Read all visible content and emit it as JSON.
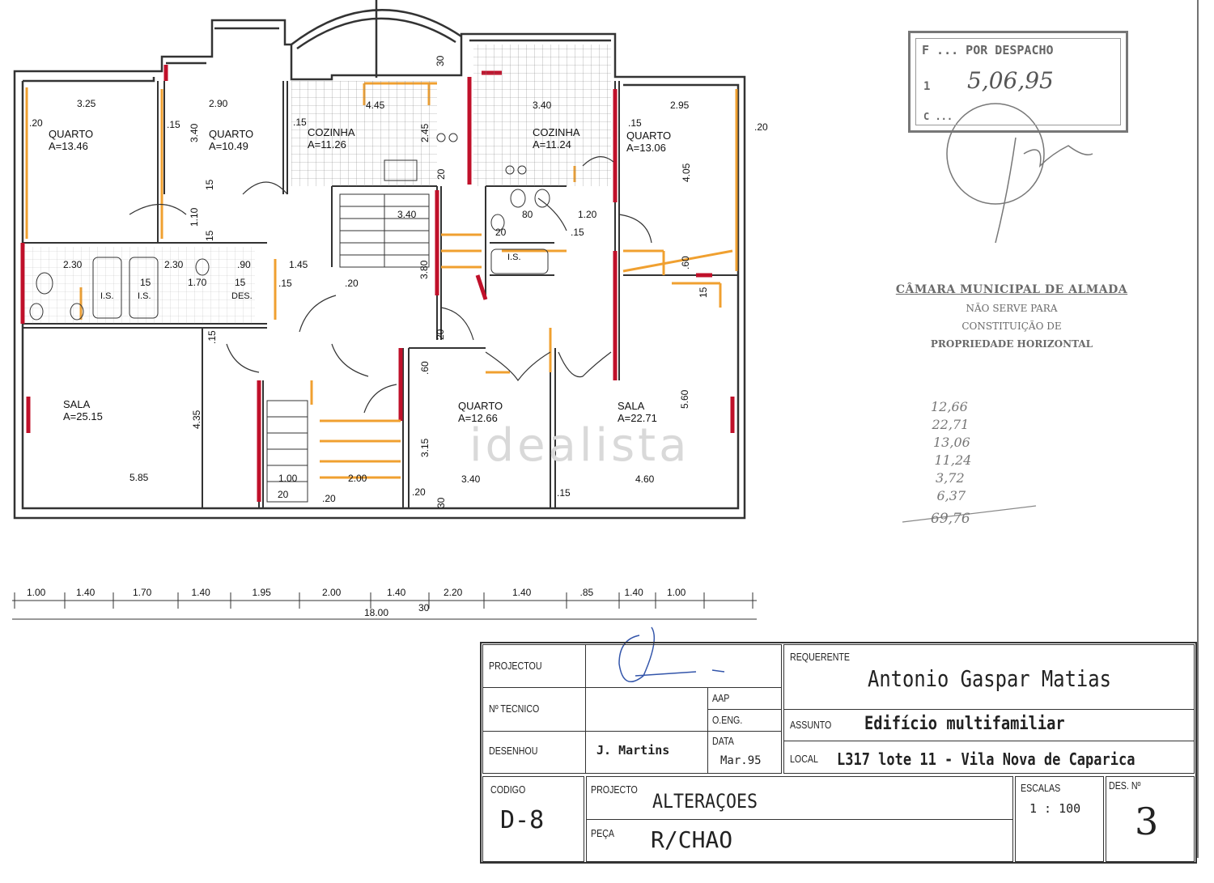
{
  "rooms": {
    "quarto_1": {
      "name": "QUARTO",
      "area": "A=13.46"
    },
    "quarto_2": {
      "name": "QUARTO",
      "area": "A=10.49"
    },
    "cozinha_1": {
      "name": "COZINHA",
      "area": "A=11.26"
    },
    "cozinha_2": {
      "name": "COZINHA",
      "area": "A=11.24"
    },
    "quarto_3": {
      "name": "QUARTO",
      "area": "A=13.06"
    },
    "sala_1": {
      "name": "SALA",
      "area": "A=25.15"
    },
    "quarto_4": {
      "name": "QUARTO",
      "area": "A=12.66"
    },
    "sala_2": {
      "name": "SALA",
      "area": "A=22.71"
    },
    "is_1": "I.S.",
    "is_2": "I.S.",
    "is_3": "I.S.",
    "des": "DES."
  },
  "plan_dims": {
    "d325": "3.25",
    "d290": "2.90",
    "d445": "4.45",
    "d340a": "3.40",
    "d295": "2.95",
    "d20a": ".20",
    "d15a": ".15",
    "d15b": ".15",
    "d15c": ".15",
    "d20b": ".20",
    "d340v": "3.40",
    "d245v": "2.45",
    "d20v": "20",
    "d405v": "4.05",
    "d30v": "30",
    "d15v": "15",
    "d110v": "1.10",
    "d15v2": "15",
    "d340c": "3.40",
    "d80": "80",
    "d120": "1.20",
    "d15d": ".15",
    "d20c": "20",
    "d230a": "2.30",
    "d230b": "2.30",
    "d90": ".90",
    "d145": "1.45",
    "d15e": ".15",
    "d15f": "15",
    "d170": "1.70",
    "d15g": "15",
    "d20d": ".20",
    "d380v": "3.80",
    "d60v": ".60",
    "d15h": "15",
    "d15v3": ".15",
    "d20v2": "20",
    "d435v": "4.35",
    "d560v": "5.60",
    "d60b": ".60",
    "d315v": "3.15",
    "d585": "5.85",
    "d100": "1.00",
    "d20e": "20",
    "d20f": ".20",
    "d200": "2.00",
    "d20g": ".20",
    "d30b": "30",
    "d340d": "3.40",
    "d15i": ".15",
    "d460": "4.60"
  },
  "dim_line": {
    "segments": [
      "1.00",
      "1.40",
      "1.70",
      "1.40",
      "1.95",
      "2.00",
      "1.40",
      "2.20",
      "1.40",
      ".85",
      "1.40",
      "1.00"
    ],
    "total": "18.00",
    "sub": "30"
  },
  "watermark": "idealista",
  "stamp_despacho": {
    "line1": "F  ... POR DESPACHO",
    "prefix": "1  ",
    "date": "5,06,95",
    "line3": "C ..."
  },
  "stamp_camara": {
    "line1": "CÂMARA MUNICIPAL DE ALMADA",
    "line2": "NÃO SERVE PARA",
    "line3": "CONSTITUIÇÃO DE",
    "line4": "PROPRIEDADE HORIZONTAL"
  },
  "handwritten_sum": {
    "lines": [
      "12,66",
      "22,71",
      "13,06",
      "11,24",
      "3,72",
      "6,37"
    ],
    "total": "69,76"
  },
  "title_block": {
    "projectou_label": "PROJECTOU",
    "tecnico_label": "Nº TECNICO",
    "aap_label": "AAP",
    "oeng_label": "O.ENG.",
    "desenhou_label": "DESENHOU",
    "desenhou_value": "J. Martins",
    "data_label": "DATA",
    "data_value": "Mar.95",
    "requerente_label": "REQUERENTE",
    "requerente_value": "Antonio Gaspar Matias",
    "assunto_label": "ASSUNTO",
    "assunto_value": "Edifício multifamiliar",
    "local_label": "LOCAL",
    "local_value": "L317 lote 11 - Vila Nova de Caparica",
    "codigo_label": "CODIGO",
    "codigo_value": "D-8",
    "projecto_label": "PROJECTO",
    "projecto_value": "ALTERAÇOES",
    "peca_label": "PEÇA",
    "peca_value": "R/CHAO",
    "escalas_label": "ESCALAS",
    "escalas_value": "1 : 100",
    "des_label": "DES. Nº",
    "des_value": "3"
  }
}
